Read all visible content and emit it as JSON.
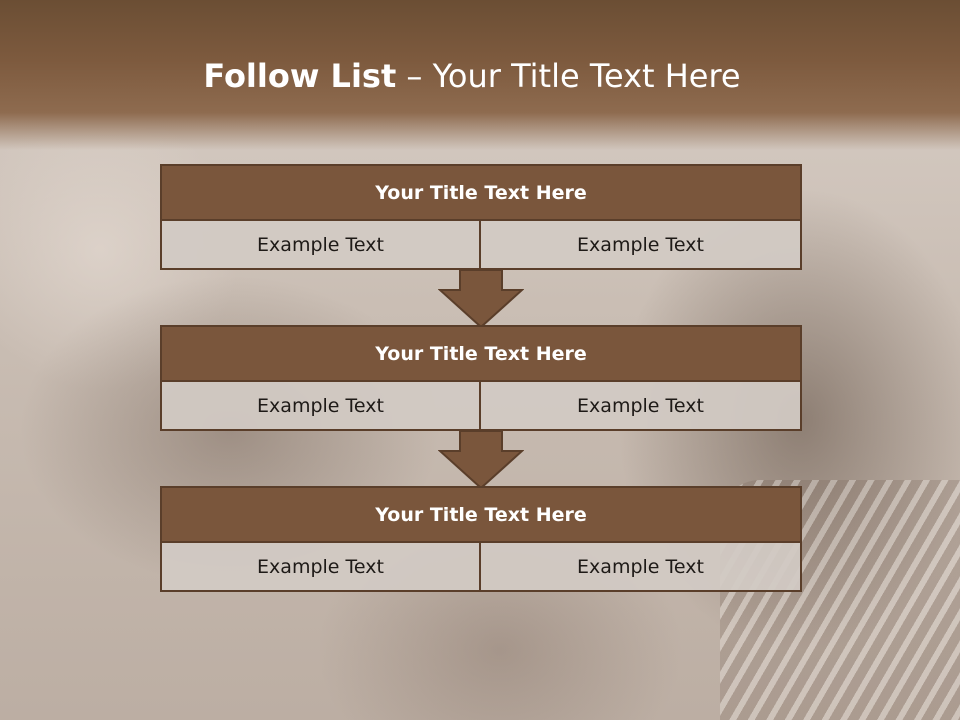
{
  "slide": {
    "title_bold": "Follow List",
    "title_rest": " – Your Title Text Here"
  },
  "steps": [
    {
      "title": "Your Title Text Here",
      "left": "Example Text",
      "right": "Example Text"
    },
    {
      "title": "Your Title Text Here",
      "left": "Example Text",
      "right": "Example Text"
    },
    {
      "title": "Your Title Text Here",
      "left": "Example Text",
      "right": "Example Text"
    }
  ],
  "colors": {
    "header": "#7d5a3e",
    "box_title": "#7a563c",
    "box_border": "#5a3e2a",
    "cell_bg": "#d2cac4",
    "arrow": "#7a563c"
  }
}
